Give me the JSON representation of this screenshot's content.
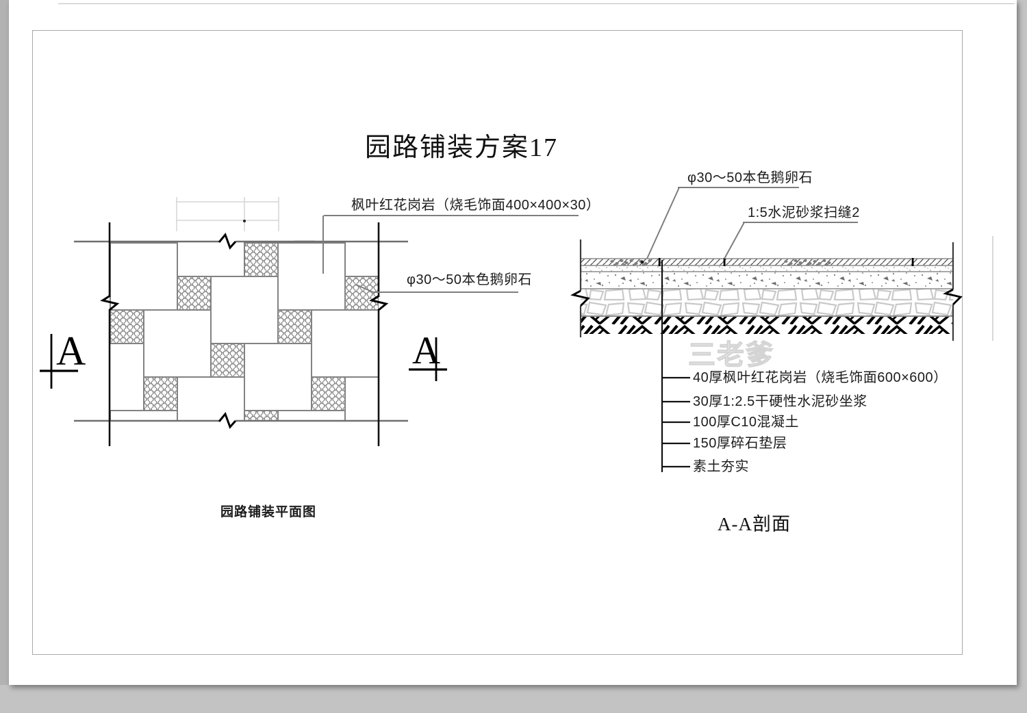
{
  "page": {
    "title": "园路铺装方案17",
    "watermark": "三老爹"
  },
  "plan": {
    "caption": "园路铺装平面图",
    "label_granite": "枫叶红花岗岩（烧毛饰面400×400×30）",
    "label_pebble": "φ30～50本色鹅卵石",
    "section_marker": "A"
  },
  "section": {
    "caption": "A-A剖面",
    "label_pebble": "φ30～50本色鹅卵石",
    "label_mortar_joint": "1:5水泥砂浆扫缝2",
    "callouts": [
      "40厚枫叶红花岗岩（烧毛饰面600×600）",
      "30厚1:2.5干硬性水泥砂坐浆",
      "100厚C10混凝土",
      "150厚碎石垫层",
      "素土夯实"
    ]
  },
  "colors": {
    "line_dark": "#111111",
    "line_gray": "#6f6f6f",
    "line_light": "#d6d6d6",
    "stone_light": "#c9c9c9",
    "paper": "#ffffff",
    "background": "#c3c3c3"
  }
}
